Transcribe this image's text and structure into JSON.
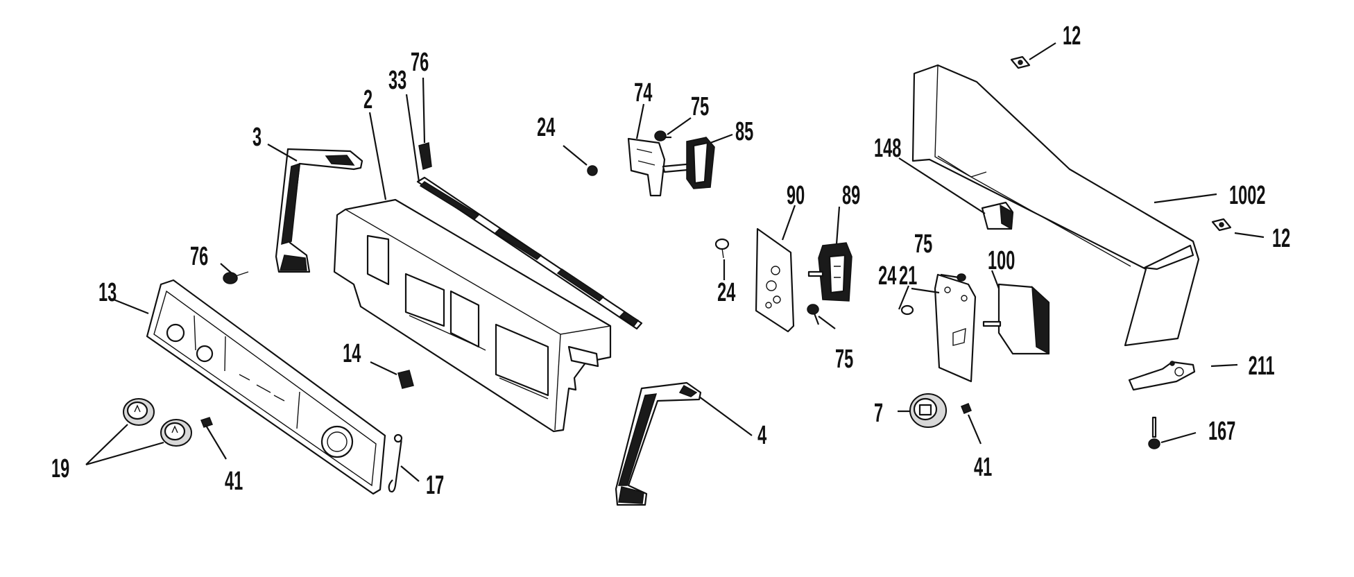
{
  "diagram": {
    "labels": {
      "l76_top": "76",
      "l33": "33",
      "l2": "2",
      "l3": "3",
      "l76_left": "76",
      "l13": "13",
      "l14": "14",
      "l19": "19",
      "l41_left": "41",
      "l17": "17",
      "l4": "4",
      "l24_top": "24",
      "l74": "74",
      "l75_top": "75",
      "l85": "85",
      "l90": "90",
      "l89": "89",
      "l24_mid": "24",
      "l24_right": "24",
      "l75_mid": "75",
      "l75_right": "75",
      "l21": "21",
      "l100": "100",
      "l7": "7",
      "l41_right": "41",
      "l148": "148",
      "l12_top": "12",
      "l1002": "1002",
      "l12_right": "12",
      "l211": "211",
      "l167": "167"
    }
  }
}
